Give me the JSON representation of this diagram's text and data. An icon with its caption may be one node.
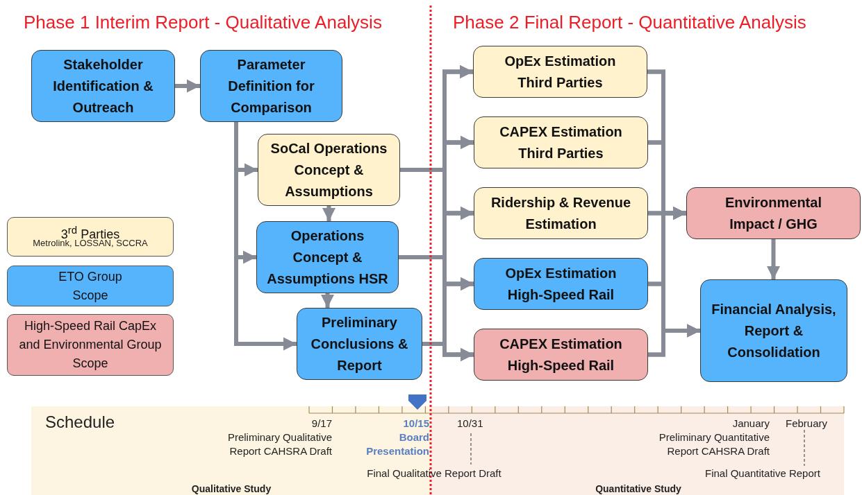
{
  "diagram": {
    "nodes": [
      {
        "text": [
          "Stakeholder Identification & Outreach"
        ]
      },
      {
        "text": [
          "Parameter Definition for Comparison"
        ]
      },
      {
        "text": [
          "SoCal Operations Concept & Assumptions"
        ]
      },
      {
        "text": [
          "Operations Concept & Assumptions HSR"
        ]
      },
      {
        "text": [
          "Preliminary Conclusions & Report"
        ]
      },
      {
        "text": [
          "OpEx Estimation Third Parties"
        ]
      },
      {
        "text": [
          "CAPEX Estimation Third Parties"
        ]
      },
      {
        "text": [
          "Ridership & Revenue Estimation"
        ]
      },
      {
        "text": [
          "OpEx Estimation High-Speed Rail"
        ]
      },
      {
        "text": [
          "CAPEX Estimation High-Speed Rail"
        ]
      },
      {
        "text": [
          "Environmental Impact / GHG"
        ]
      },
      {
        "text": [
          "Financial Analysis, Report & Consolidation"
        ]
      }
    ],
    "edges": [
      {
        "from": 0,
        "to": 1,
        "arrow": "to"
      },
      {
        "from": 1,
        "to": 2,
        "arrow": "to"
      },
      {
        "from": 1,
        "to": 3,
        "arrow": "to"
      },
      {
        "from": 1,
        "to": 4,
        "arrow": "to"
      },
      {
        "from": 2,
        "to": 3,
        "arrow": "to"
      },
      {
        "from": 3,
        "to": 4,
        "arrow": "to"
      },
      {
        "from": 2,
        "to": 5,
        "arrow": "to"
      },
      {
        "from": 2,
        "to": 6,
        "arrow": "to"
      },
      {
        "from": 2,
        "to": 7,
        "arrow": "to"
      },
      {
        "from": 2,
        "to": 8,
        "arrow": "to"
      },
      {
        "from": 2,
        "to": 9,
        "arrow": "to"
      },
      {
        "from": 3,
        "to": 5,
        "arrow": "to"
      },
      {
        "from": 3,
        "to": 6,
        "arrow": "to"
      },
      {
        "from": 3,
        "to": 7,
        "arrow": "to"
      },
      {
        "from": 3,
        "to": 8,
        "arrow": "to"
      },
      {
        "from": 3,
        "to": 9,
        "arrow": "to"
      },
      {
        "from": 4,
        "to": 5,
        "arrow": "to"
      },
      {
        "from": 4,
        "to": 6,
        "arrow": "to"
      },
      {
        "from": 4,
        "to": 7,
        "arrow": "to"
      },
      {
        "from": 4,
        "to": 8,
        "arrow": "to"
      },
      {
        "from": 4,
        "to": 9,
        "arrow": "to"
      },
      {
        "from": 5,
        "to": 10,
        "arrow": "to"
      },
      {
        "from": 6,
        "to": 10,
        "arrow": "to"
      },
      {
        "from": 7,
        "to": 10,
        "arrow": "to"
      },
      {
        "from": 8,
        "to": 10,
        "arrow": "to"
      },
      {
        "from": 9,
        "to": 10,
        "arrow": "to"
      },
      {
        "from": 5,
        "to": 11,
        "arrow": "to"
      },
      {
        "from": 6,
        "to": 11,
        "arrow": "to"
      },
      {
        "from": 7,
        "to": 11,
        "arrow": "to"
      },
      {
        "from": 8,
        "to": 11,
        "arrow": "to"
      },
      {
        "from": 9,
        "to": 11,
        "arrow": "to"
      },
      {
        "from": 10,
        "to": 11,
        "arrow": "to"
      }
    ],
    "labels": [
      "Phase 1 Interim Report - Qualitative Analysis",
      "Phase 2 Final Report - Quantitative Analysis",
      "Metrolink, LOSSAN, SCCRA",
      "Schedule",
      "9/17",
      "10/15",
      "10/31",
      "January",
      "February",
      "Preliminary Qualitative Report CAHSRA Draft",
      "Board Presentation",
      "Preliminary Quantitative Report CAHSRA Draft",
      "Final Qualitative Report Draft",
      "Final Quantitative Report",
      "Qualitative Study",
      "Quantitative Study"
    ],
    "legend": [
      {
        "text": "3$^{rd}$ Parties",
        "color": "#fff2cc"
      },
      {
        "text": "ETO Group Scope",
        "color": "#55b4fc"
      },
      {
        "text": "High-Speed Rail CapEx and Environmental Group Scope",
        "color": "#f0b0b0"
      }
    ]
  }
}
